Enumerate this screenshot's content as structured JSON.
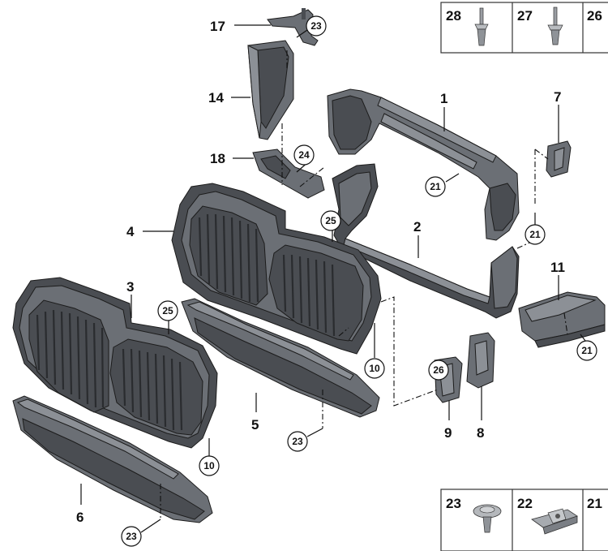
{
  "callouts": {
    "c1": "1",
    "c2": "2",
    "c3": "3",
    "c4": "4",
    "c5": "5",
    "c6": "6",
    "c7": "7",
    "c8": "8",
    "c9": "9",
    "c11": "11",
    "c14": "14",
    "c17": "17",
    "c18": "18"
  },
  "circled": {
    "k23a": "23",
    "k24": "24",
    "k25a": "25",
    "k21a": "21",
    "k21b": "21",
    "k25b": "25",
    "k21c": "21",
    "k10a": "10",
    "k26": "26",
    "k23b": "23",
    "k10b": "10",
    "k23c": "23"
  },
  "fastener_box_top": {
    "a": "28",
    "b": "27",
    "c": "26"
  },
  "fastener_box_bottom": {
    "a": "23",
    "b": "22",
    "c": "21"
  }
}
